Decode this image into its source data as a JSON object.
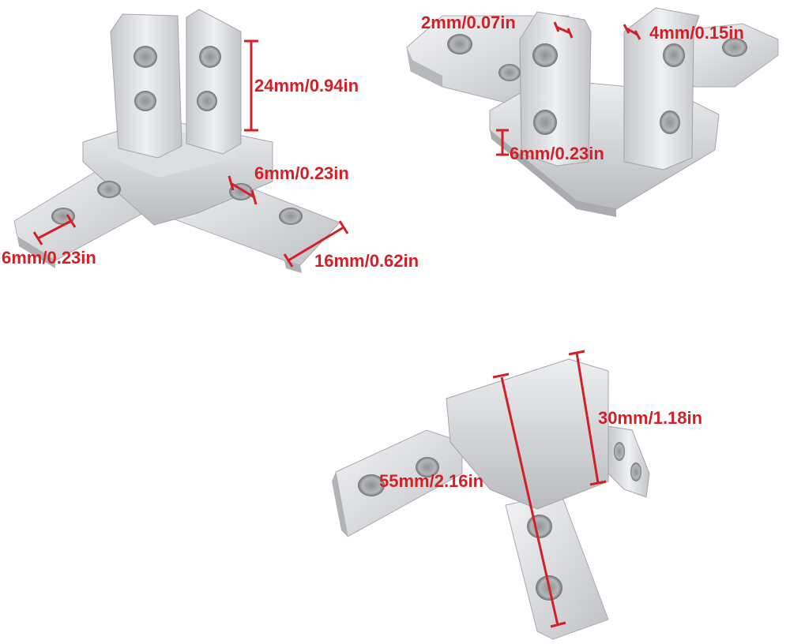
{
  "colors": {
    "background": "#ffffff",
    "dimension": "#d32026",
    "metal_light": "#eeeef0",
    "metal_mid": "#c9cbcf",
    "metal_dark": "#9a9ca1"
  },
  "labels": {
    "tl_height": "24mm/0.94in",
    "tl_hole": "6mm/0.23in",
    "tl_left": "6mm/0.23in",
    "tl_width": "16mm/0.62in",
    "tr_top_left": "2mm/0.07in",
    "tr_top_right": "4mm/0.15in",
    "tr_base": "6mm/0.23in",
    "b_length": "55mm/2.16in",
    "b_width": "30mm/1.18in"
  }
}
